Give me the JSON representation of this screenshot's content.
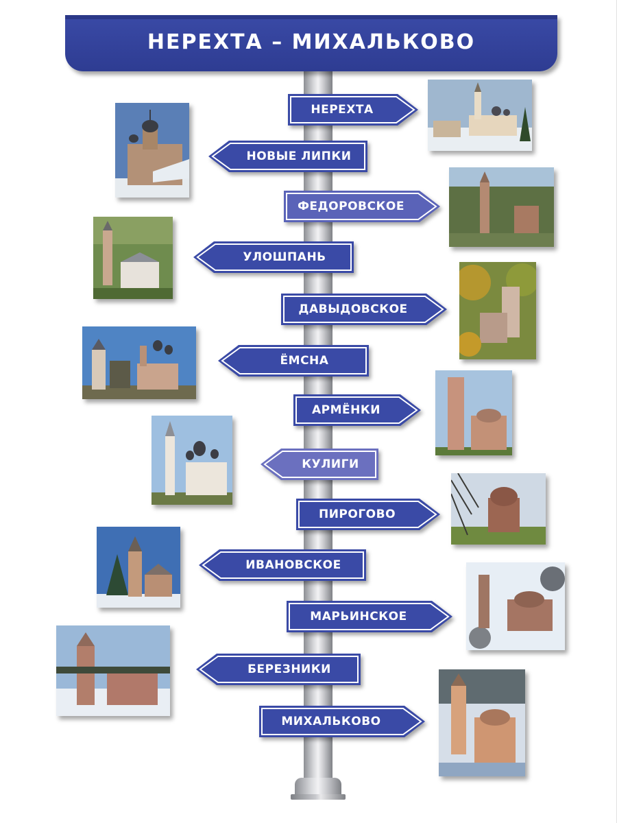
{
  "title": "НЕРЕХТА – МИХАЛЬКОВО",
  "colors": {
    "sign_blue": "#3a4aa6",
    "sign_blue_light": "#5a63b8",
    "pole_gray": "#c8c9cd"
  },
  "signs": [
    {
      "label": "НЕРЕХТА",
      "direction": "right"
    },
    {
      "label": "НОВЫЕ ЛИПКИ",
      "direction": "left"
    },
    {
      "label": "ФЕДОРОВСКОЕ",
      "direction": "right"
    },
    {
      "label": "УЛОШПАНЬ",
      "direction": "left"
    },
    {
      "label": "ДАВЫДОВСКОЕ",
      "direction": "right"
    },
    {
      "label": "ЁМСНА",
      "direction": "left"
    },
    {
      "label": "АРМЁНКИ",
      "direction": "right"
    },
    {
      "label": "КУЛИГИ",
      "direction": "left"
    },
    {
      "label": "ПИРОГОВО",
      "direction": "right"
    },
    {
      "label": "ИВАНОВСКОЕ",
      "direction": "left"
    },
    {
      "label": "МАРЬИНСКОЕ",
      "direction": "right"
    },
    {
      "label": "БЕРЕЗНИКИ",
      "direction": "left"
    },
    {
      "label": "МИХАЛЬКОВО",
      "direction": "right"
    }
  ]
}
